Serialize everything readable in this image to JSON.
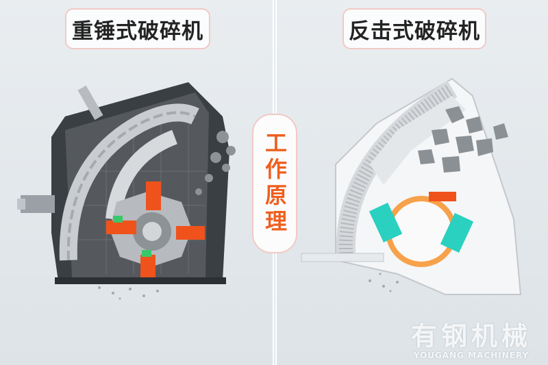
{
  "left_panel": {
    "title": "重锤式破碎机"
  },
  "right_panel": {
    "title": "反击式破碎机"
  },
  "center": {
    "label": "工作原理"
  },
  "watermark": {
    "cn": "有钢机械",
    "en": "YOUGANG MACHINERY"
  },
  "colors": {
    "accent": "#ee5f1f",
    "hammer": "#f0521c",
    "hammer_green": "#38c86a",
    "blade": "#2ad0c0",
    "rotor": "#f7a14a",
    "frame": "#3c4146",
    "border": "#f2c9c4"
  }
}
